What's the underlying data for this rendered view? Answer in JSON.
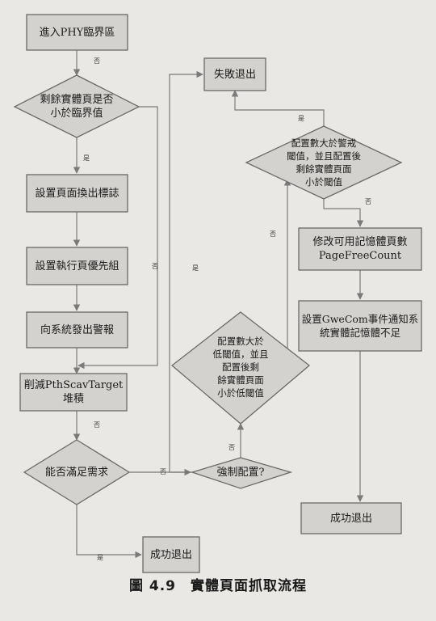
{
  "colors": {
    "background": "#e9e8e4",
    "box_fill": "#d3d2ce",
    "box_stroke": "#6a6a6a",
    "line": "#7a7a7a",
    "text": "#1b1b1b"
  },
  "nodes": {
    "enter_phy": "進入PHY臨界區",
    "fail_exit": "失敗退出",
    "check_remaining": "剩餘實體頁是否\n小於臨界值",
    "set_swap_flag": "設置頁面換出標誌",
    "set_priority": "設置執行頁優先組",
    "issue_alert": "向系統發出警報",
    "reduce_target": "削減PthScavTarget\n堆積",
    "can_satisfy": "能否滿足需求",
    "success_exit_left": "成功退出",
    "force_alloc": "強制配置?",
    "check_low_threshold": "配置數大於\n低閾值，並且\n配置後剩\n餘實體頁面\n小於低閾值",
    "check_alert_threshold": "配置數大於警戒\n閾值，並且配置後\n剩餘實體頁面\n小於閾值",
    "modify_free_count": "修改可用記憶體頁數\nPageFreeCount",
    "set_gwecom": "設置GweCom事件通知系\n統實體記憶體不足",
    "success_exit_right": "成功退出"
  },
  "edge_labels": {
    "no_1": "否",
    "yes_1": "是",
    "no_2": "否",
    "no_3": "否",
    "yes_2": "是",
    "no_4": "否",
    "no_5": "否",
    "yes_3": "是",
    "yes_4": "是",
    "no_6": "否"
  },
  "caption": "圖 4.9　實體頁面抓取流程"
}
